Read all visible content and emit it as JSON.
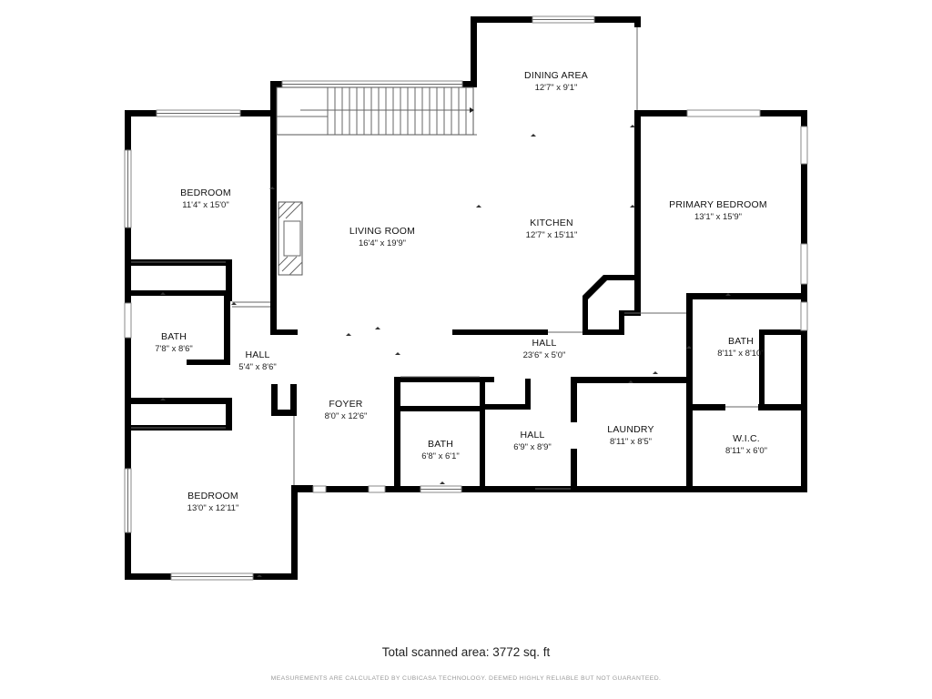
{
  "rooms": {
    "dining_area": {
      "name": "DINING AREA",
      "dims": "12'7\" x 9'1\""
    },
    "bedroom_1": {
      "name": "BEDROOM",
      "dims": "11'4\" x 15'0\""
    },
    "living_room": {
      "name": "LIVING ROOM",
      "dims": "16'4\" x 19'9\""
    },
    "kitchen": {
      "name": "KITCHEN",
      "dims": "12'7\" x 15'11\""
    },
    "primary_bedroom": {
      "name": "PRIMARY BEDROOM",
      "dims": "13'1\" x 15'9\""
    },
    "bath_1": {
      "name": "BATH",
      "dims": "7'8\" x 8'6\""
    },
    "hall_1": {
      "name": "HALL",
      "dims": "5'4\" x 8'6\""
    },
    "hall_2": {
      "name": "HALL",
      "dims": "23'6\" x 5'0\""
    },
    "bath_primary": {
      "name": "BATH",
      "dims": "8'11\" x 8'10\""
    },
    "foyer": {
      "name": "FOYER",
      "dims": "8'0\" x 12'6\""
    },
    "laundry": {
      "name": "LAUNDRY",
      "dims": "8'11\" x 8'5\""
    },
    "bath_2": {
      "name": "BATH",
      "dims": "6'8\" x 6'1\""
    },
    "hall_3": {
      "name": "HALL",
      "dims": "6'9\" x 8'9\""
    },
    "wic": {
      "name": "W.I.C.",
      "dims": "8'11\" x 6'0\""
    },
    "bedroom_2": {
      "name": "BEDROOM",
      "dims": "13'0\" x 12'11\""
    }
  },
  "footer": {
    "total_area": "Total scanned area: 3772 sq. ft",
    "disclaimer": "MEASUREMENTS ARE CALCULATED BY CUBICASA TECHNOLOGY. DEEMED HIGHLY RELIABLE BUT NOT GUARANTEED."
  }
}
